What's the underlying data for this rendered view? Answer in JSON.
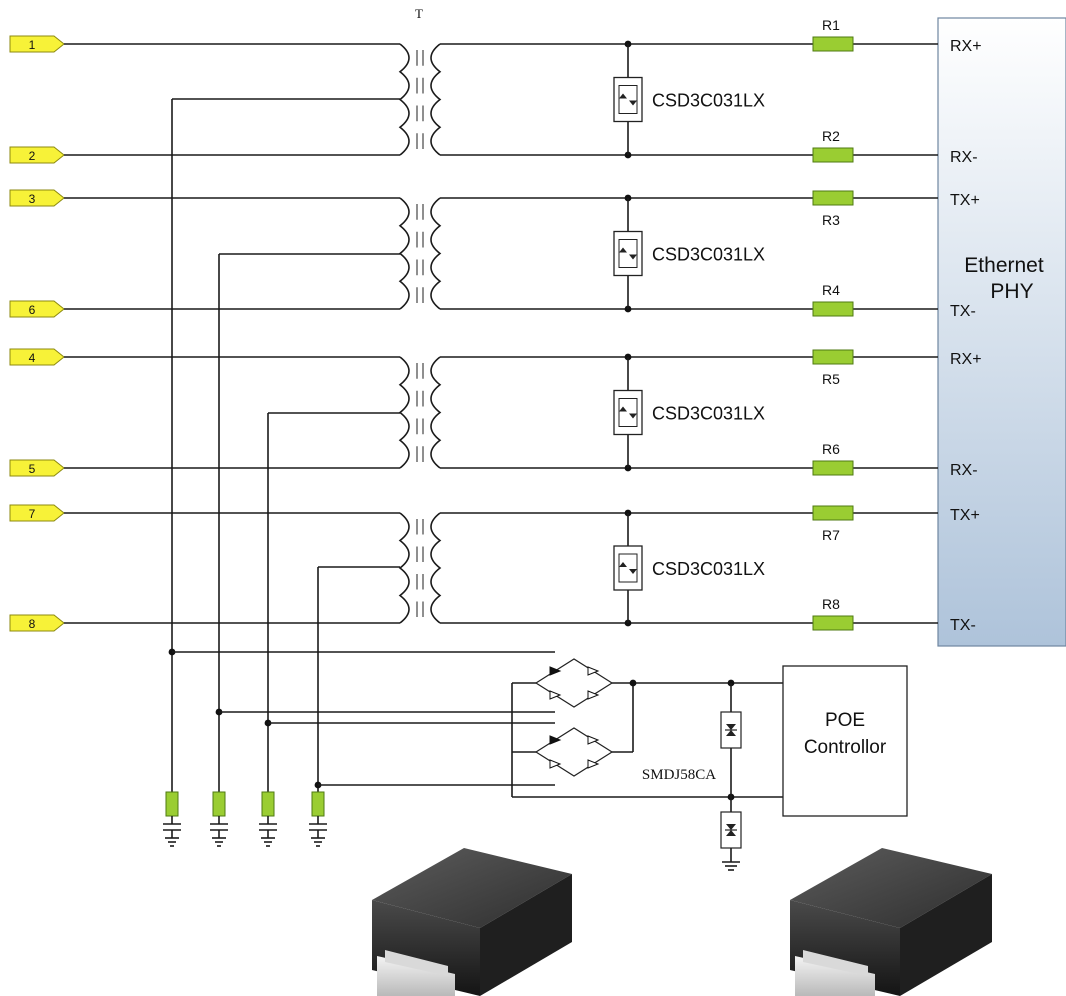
{
  "transformer_label": "T",
  "connector_pins": [
    "1",
    "2",
    "3",
    "6",
    "4",
    "5",
    "7",
    "8"
  ],
  "resistors": [
    "R1",
    "R2",
    "R3",
    "R4",
    "R5",
    "R6",
    "R7",
    "R8"
  ],
  "phy_pins": [
    "RX+",
    "RX-",
    "TX+",
    "TX-",
    "RX+",
    "RX-",
    "TX+",
    "TX-"
  ],
  "phy_block": {
    "line1": "Ethernet",
    "line2": "PHY"
  },
  "tvs_part": "CSD3C031LX",
  "poe_controller": {
    "line1": "POE",
    "line2": "Controllor"
  },
  "tvs_smd_part": "SMDJ58CA",
  "colors": {
    "pin_fill": "#f7f238",
    "resistor_fill": "#9acd32",
    "phy_gradient_top": "#ffffff",
    "phy_gradient_bottom": "#aec3da"
  }
}
